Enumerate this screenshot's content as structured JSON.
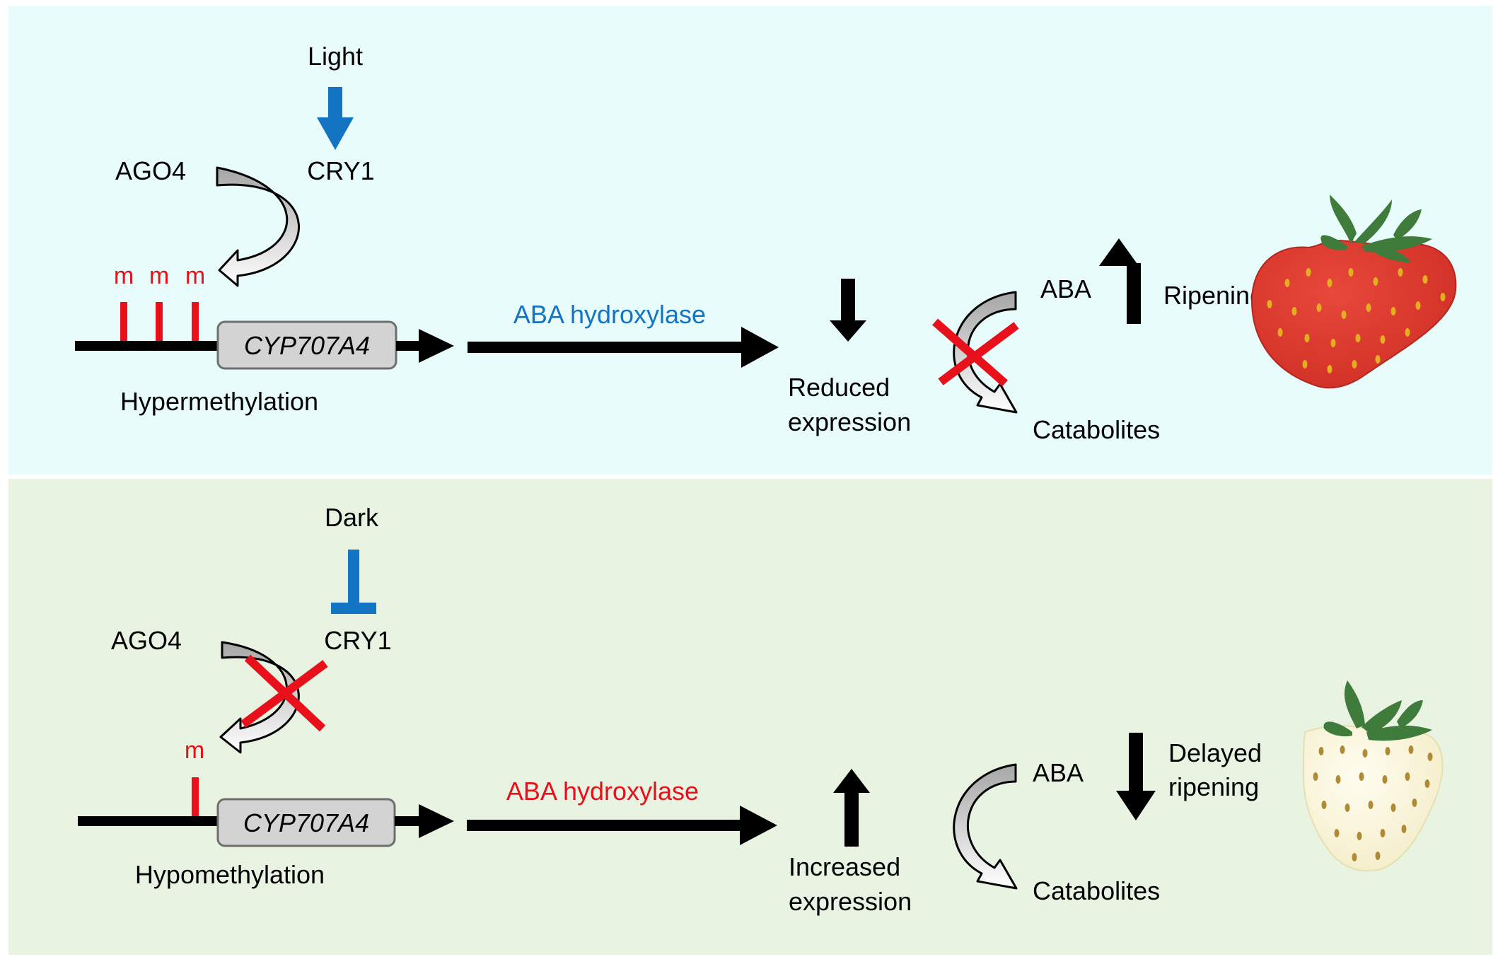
{
  "colors": {
    "top_panel_bg": "#e8fcfc",
    "bottom_panel_bg": "#e9f3e2",
    "blue": "#1474c4",
    "red": "#e8101a",
    "black": "#000000",
    "gene_box_fill": "#d3d3d3",
    "strawberry_red": "#dc3a2e",
    "strawberry_white": "#fbf7e0",
    "leaf_green": "#3f7b3a",
    "seed_yellow": "#e2b01e",
    "seed_brown": "#b08a35"
  },
  "top": {
    "signal": "Light",
    "signal_effect": "blue-arrow-down",
    "cry1": "CRY1",
    "ago4": "AGO4",
    "methyl_marks": [
      "m",
      "m",
      "m"
    ],
    "gene": "CYP707A4",
    "methylation_state": "Hypermethylation",
    "enzyme": "ABA hydroxylase",
    "enzyme_color": "#1474c4",
    "expression_change": [
      "Reduced",
      "expression"
    ],
    "expression_arrow": "down",
    "aba": "ABA",
    "catabolites": "Catabolites",
    "catabolism_blocked": true,
    "ripening_arrow": "up",
    "ripening": [
      "Ripening"
    ],
    "fruit": "red-strawberry-icon"
  },
  "bottom": {
    "signal": "Dark",
    "signal_effect": "blue-inhibition-bar",
    "cry1": "CRY1",
    "ago4": "AGO4",
    "methyl_marks": [
      "m"
    ],
    "gene": "CYP707A4",
    "methylation_state": "Hypomethylation",
    "enzyme": "ABA hydroxylase",
    "enzyme_color": "#e8101a",
    "expression_change": [
      "Increased",
      "expression"
    ],
    "expression_arrow": "up",
    "aba": "ABA",
    "catabolites": "Catabolites",
    "ago4_blocked": true,
    "ripening_arrow": "down",
    "ripening": [
      "Delayed",
      "ripening"
    ],
    "fruit": "white-strawberry-icon"
  }
}
